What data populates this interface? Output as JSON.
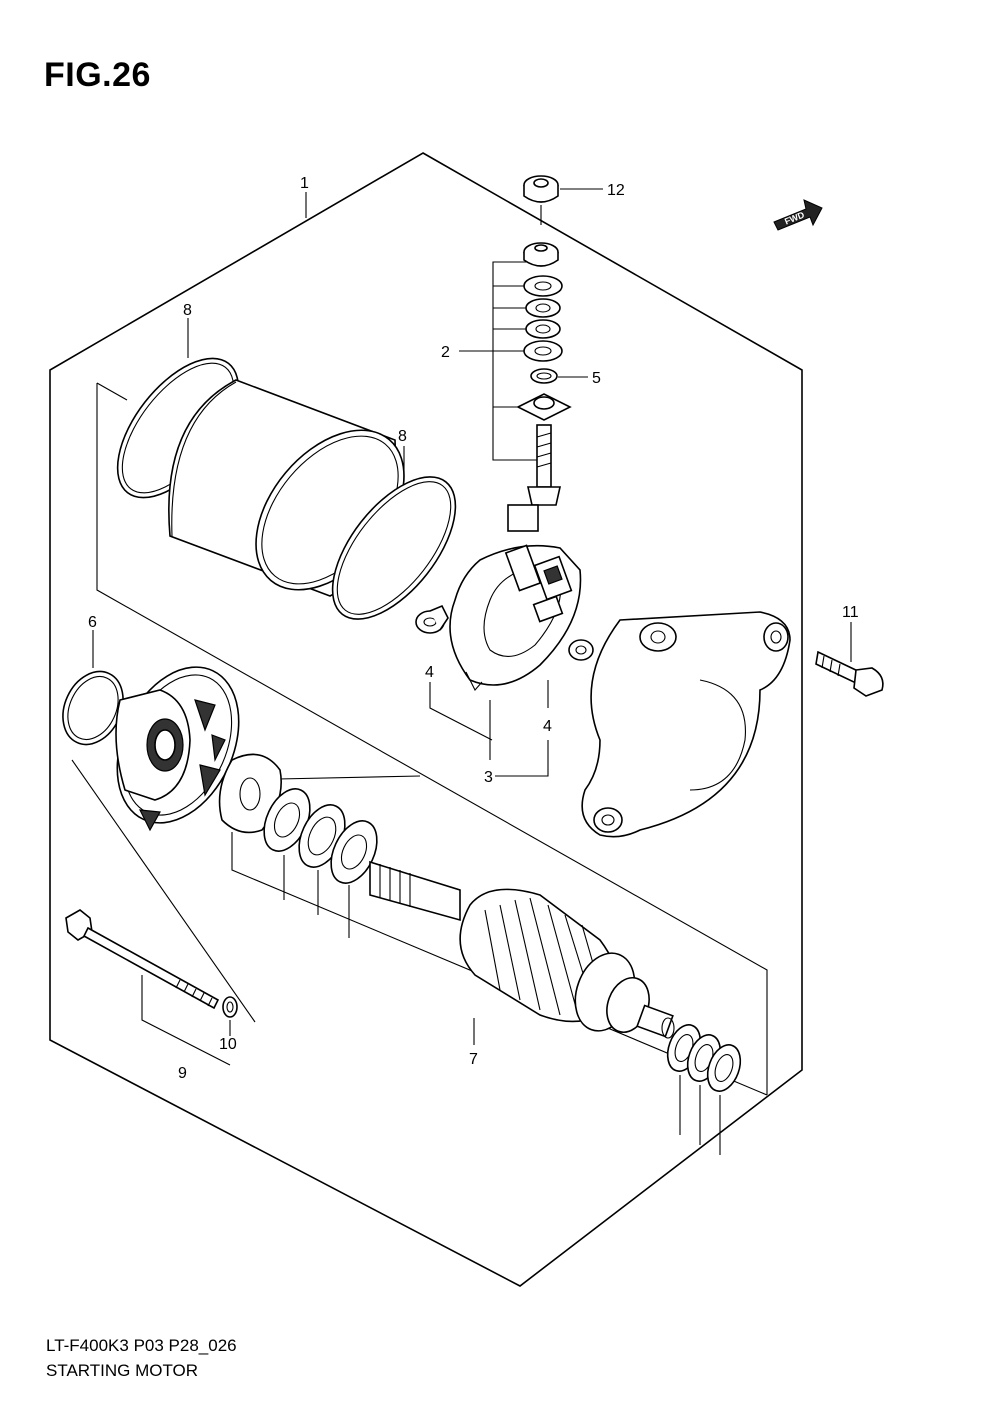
{
  "figure": {
    "title": "FIG.26",
    "model_code": "LT-F400K3 P03 P28_026",
    "assembly_name": "STARTING MOTOR"
  },
  "direction_badge": {
    "text": "FWD",
    "icon": "forward-arrow-icon"
  },
  "callouts": [
    {
      "id": "c1",
      "text": "1"
    },
    {
      "id": "c12",
      "text": "12"
    },
    {
      "id": "c2",
      "text": "2"
    },
    {
      "id": "c5",
      "text": "5"
    },
    {
      "id": "c8a",
      "text": "8"
    },
    {
      "id": "c8b",
      "text": "8"
    },
    {
      "id": "c11",
      "text": "11"
    },
    {
      "id": "c6",
      "text": "6"
    },
    {
      "id": "c4a",
      "text": "4"
    },
    {
      "id": "c4b",
      "text": "4"
    },
    {
      "id": "c3",
      "text": "3"
    },
    {
      "id": "c7",
      "text": "7"
    },
    {
      "id": "c9",
      "text": "9"
    },
    {
      "id": "c10",
      "text": "10"
    }
  ]
}
